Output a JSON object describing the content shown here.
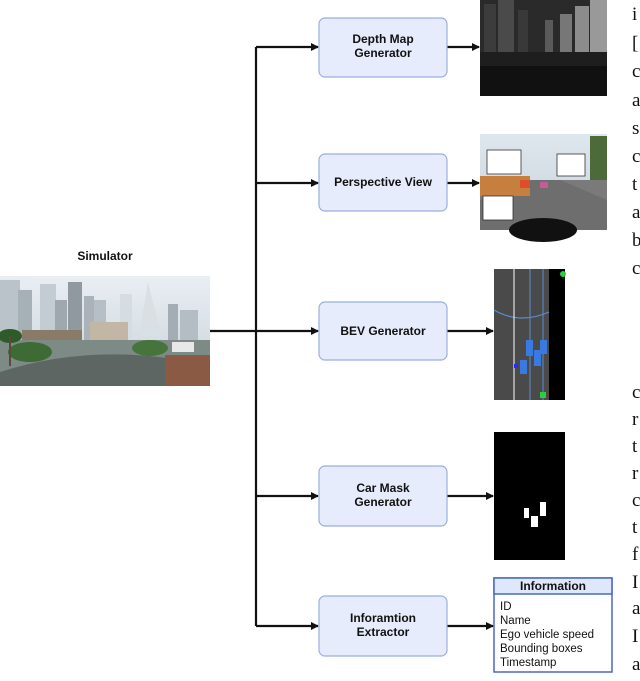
{
  "simulator_label": "Simulator",
  "modules": [
    {
      "line1": "Depth Map",
      "line2": "Generator"
    },
    {
      "line1": "Perspective View",
      "line2": ""
    },
    {
      "line1": "BEV Generator",
      "line2": ""
    },
    {
      "line1": "Car Mask",
      "line2": "Generator"
    },
    {
      "line1": "Inforamtion",
      "line2": "Extractor"
    }
  ],
  "information": {
    "title": "Information",
    "items": [
      "ID",
      "Name",
      "Ego vehicle speed",
      "Bounding boxes",
      "Timestamp"
    ]
  },
  "side_text": {
    "col1": [
      "i",
      "[",
      "c",
      "a",
      "s",
      "c",
      "t",
      "a",
      "b",
      "c"
    ],
    "col2": [
      "c",
      "r",
      "t",
      "r",
      "c",
      "t",
      "f",
      "I",
      "a",
      "I",
      "a"
    ]
  },
  "colors": {
    "box_fill": "#e6ecfb",
    "box_stroke": "#9aaee0",
    "info_stroke": "#3d5fbf",
    "arrow": "#111111"
  }
}
